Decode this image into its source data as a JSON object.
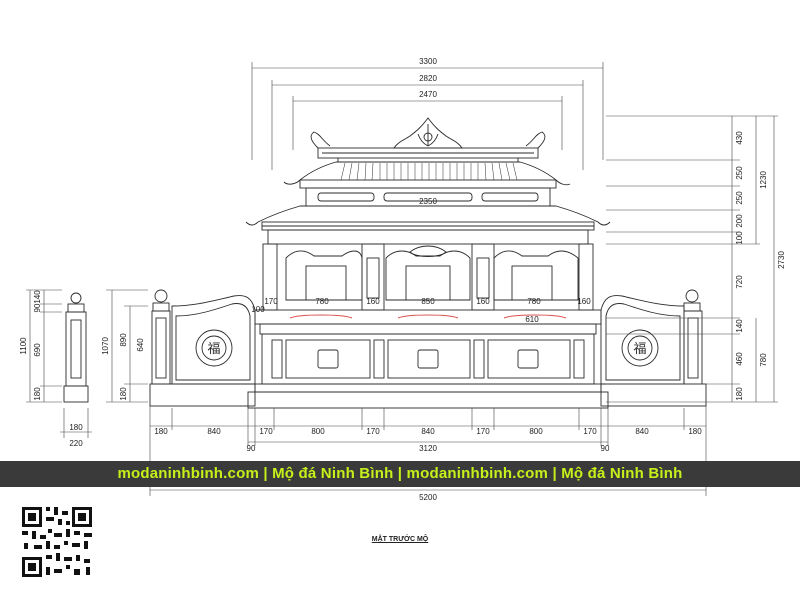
{
  "banner": {
    "text": "modaninhbinh.com  |  Mộ đá Ninh Bình  |  modaninhbinh.com  |  Mộ đá Ninh Bình"
  },
  "caption": "MẶT TRƯỚC MỘ",
  "dims": {
    "top": [
      "3300",
      "2820",
      "2470"
    ],
    "roof_inner": "2350",
    "right_inner": [
      "430",
      "250",
      "250",
      "200",
      "100",
      "720",
      "140",
      "460",
      "180"
    ],
    "right_outer": [
      "1230",
      "2730",
      "780"
    ],
    "left_post": [
      "140",
      "90",
      "690",
      "180",
      "1100"
    ],
    "left_post_base": [
      "180",
      "220"
    ],
    "left_wall": [
      "1070",
      "890",
      "640",
      "180"
    ],
    "panels_top": [
      "170",
      "780",
      "160",
      "850",
      "160",
      "780",
      "160"
    ],
    "panel_red": "610",
    "bottom_row1": [
      "180",
      "840",
      "170",
      "800",
      "170",
      "840",
      "170",
      "800",
      "170",
      "840",
      "180"
    ],
    "bottom_row2": [
      "90",
      "3120",
      "90"
    ],
    "bottom_total": "5200"
  },
  "ornament": {
    "glyph": "福"
  },
  "colors": {
    "line": "#2b2b2b",
    "accent_red": "#d9534f",
    "banner_bg": "#3a3a3a",
    "banner_text": "#c6f01a"
  }
}
